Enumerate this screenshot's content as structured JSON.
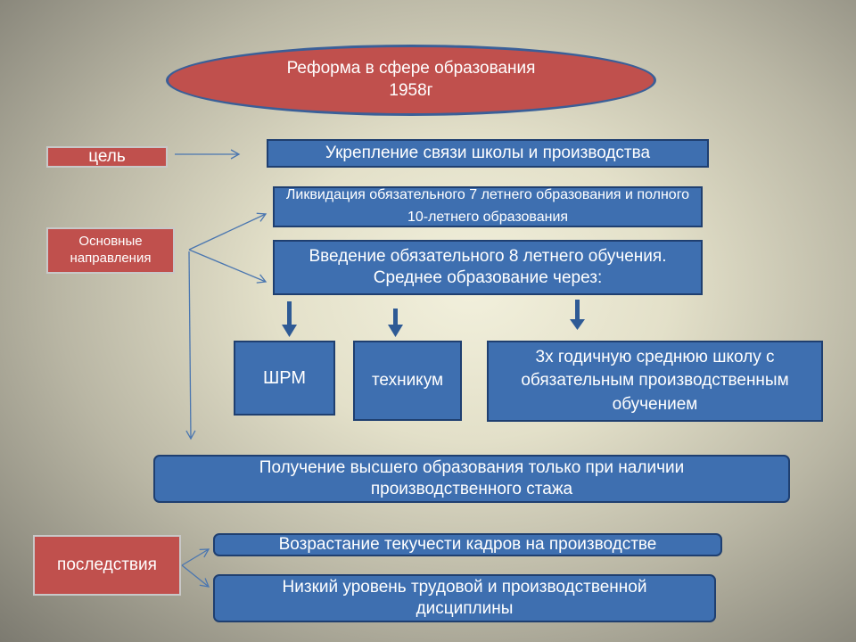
{
  "title": "Реформа в сфере образования\n1958г",
  "labels": {
    "goal": "цель",
    "directions": "Основные направления",
    "consequences": "последствия"
  },
  "goal_text": "Укрепление связи школы и производства",
  "directions": {
    "abolition": "Ликвидация обязательного 7 летнего образования и полного 10-летнего образования",
    "introduction": "Введение обязательного 8 летнего обучения. Среднее образование через:"
  },
  "paths": {
    "shrm": "ШРМ",
    "technikum": "техникум",
    "three_year": "3х годичную среднюю школу с обязательным производственным обучением"
  },
  "higher_ed": "Получение высшего образования только при наличии производственного стажа",
  "consequences": {
    "turnover": "Возрастание текучести кадров на производстве",
    "discipline": "Низкий уровень трудовой и производственной дисциплины"
  }
}
